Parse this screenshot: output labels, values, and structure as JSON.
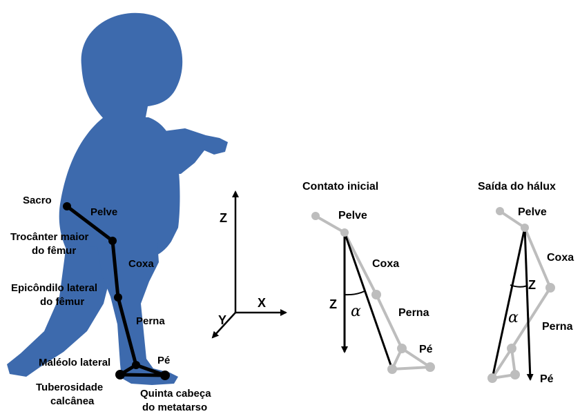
{
  "child_labels": {
    "sacro": "Sacro",
    "pelve": "Pelve",
    "trocanter_1": "Trocânter maior",
    "trocanter_2": "do fêmur",
    "coxa": "Coxa",
    "epicondilo_1": "Epicôndilo lateral",
    "epicondilo_2": "do fêmur",
    "perna": "Perna",
    "maleolo": "Maléolo lateral",
    "pe": "Pé",
    "tuberosidade_1": "Tuberosidade",
    "tuberosidade_2": "calcânea",
    "quinta_1": "Quinta cabeça",
    "quinta_2": "do metatarso"
  },
  "axes": {
    "z": "Z",
    "x": "X",
    "y": "Y"
  },
  "contato_inicial": {
    "title": "Contato inicial",
    "pelve": "Pelve",
    "coxa": "Coxa",
    "perna": "Perna",
    "pe": "Pé",
    "z": "Z",
    "alpha": "α"
  },
  "saida_halux": {
    "title": "Saída do hálux",
    "pelve": "Pelve",
    "coxa": "Coxa",
    "perna": "Perna",
    "pe": "Pé",
    "z": "Z",
    "alpha": "α"
  },
  "colors": {
    "silhouette": "#3d6aad",
    "marker_black": "#000000",
    "marker_gray": "#bdbdbd"
  }
}
